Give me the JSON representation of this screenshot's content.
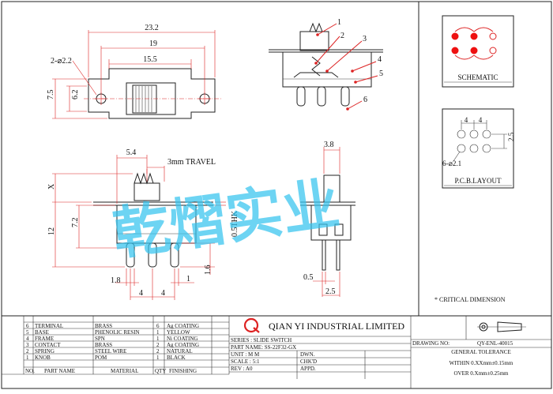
{
  "dims": {
    "d232": "23.2",
    "d19": "19",
    "d155": "15.5",
    "hole2": "2-⌀2.2",
    "d75": "7.5",
    "d62": "6.2",
    "d54": "5.4",
    "travel": "3mm TRAVEL",
    "x": "X",
    "d12": "12",
    "d72": "7.2",
    "d18": "1.8",
    "d4a": "4",
    "d4b": "4",
    "d1": "1",
    "d16": "1.6",
    "thk": "0.5THK",
    "d38": "3.8",
    "d05": "0.5",
    "d25": "2.5",
    "pcb4a": "4",
    "pcb4b": "4",
    "pcbHoles": "6-⌀2.1",
    "pcb25": "2.5"
  },
  "callouts": [
    "1",
    "2",
    "3",
    "4",
    "5",
    "6"
  ],
  "boxes": {
    "schematic": "SCHEMATIC",
    "pcb": "P.C.B.LAYOUT",
    "critical": "* CRITICAL DIMENSION"
  },
  "watermark": "乾熠实业",
  "bom": {
    "rows": [
      [
        "6",
        "TERMINAL",
        "BRASS",
        "6",
        "Ag COATING"
      ],
      [
        "5",
        "BASE",
        "PHENOLIC RESIN",
        "1",
        "YELLOW"
      ],
      [
        "4",
        "FRAME",
        "SPN",
        "1",
        "Ni COATING"
      ],
      [
        "3",
        "CONTACT",
        "BRASS",
        "2",
        "Ag COATING"
      ],
      [
        "2",
        "SPRING",
        "STEEL WIRE",
        "2",
        "NATURAL"
      ],
      [
        "1",
        "KNOB",
        "POM",
        "1",
        "BLACK"
      ]
    ],
    "header": [
      "NO.",
      "PART NAME",
      "MATERIAL",
      "QTY",
      "FINISHING"
    ]
  },
  "title": {
    "company": "QIAN YI INDUSTRIAL LIMITED",
    "series": "SERIES : SLIDE SWITCH",
    "partName": "PART NAME: SS-22F32-GX",
    "unit": "UNIT : M M",
    "scale": "SCALE : 5:1",
    "rev": "REV : A0",
    "dwn": "DWN.",
    "chkd": "CHK'D",
    "appd": "APPD.",
    "drawingNo": "DRAWING NO:",
    "drawingNoVal": "QY-ENL-40015",
    "genTol": "GENERAL TOLERANCE",
    "within": "WITHIN 0.XXmm±0.15mm",
    "over": "OVER 0.Xmm±0.25mm"
  }
}
